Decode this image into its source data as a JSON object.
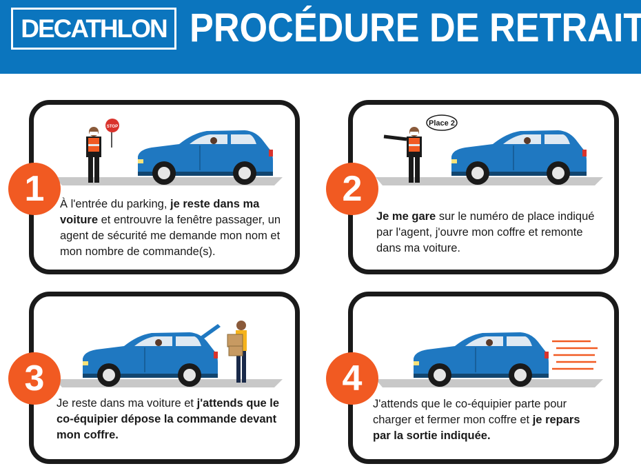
{
  "header": {
    "brand": "DECATHLON",
    "title": "PROCÉDURE DE RETRAIT"
  },
  "colors": {
    "brand_blue": "#0b75be",
    "accent_orange": "#f15a22",
    "car_blue": "#1f78c1"
  },
  "steps": [
    {
      "number": "1",
      "sign_text": "STOP",
      "text_parts": [
        {
          "t": "À l'entrée du parking, ",
          "bold": false
        },
        {
          "t": "je reste dans ma voiture",
          "bold": true
        },
        {
          "t": " et entrouvre la fenêtre passager, un agent de sécurité me demande mon nom et mon nombre de commande(s).",
          "bold": false
        }
      ]
    },
    {
      "number": "2",
      "bubble_text": "Place 2",
      "text_parts": [
        {
          "t": "Je me gare",
          "bold": true
        },
        {
          "t": " sur le numéro de place indiqué par l'agent, j'ouvre mon coffre et remonte dans ma voiture.",
          "bold": false
        }
      ]
    },
    {
      "number": "3",
      "text_parts": [
        {
          "t": "Je reste dans ma voiture et ",
          "bold": false
        },
        {
          "t": "j'attends que le co-équipier dépose la commande devant mon coffre.",
          "bold": true
        }
      ]
    },
    {
      "number": "4",
      "text_parts": [
        {
          "t": "J'attends que le co-équipier parte pour charger et fermer mon coffre et ",
          "bold": false
        },
        {
          "t": "je repars par la sortie indiquée.",
          "bold": true
        }
      ]
    }
  ]
}
